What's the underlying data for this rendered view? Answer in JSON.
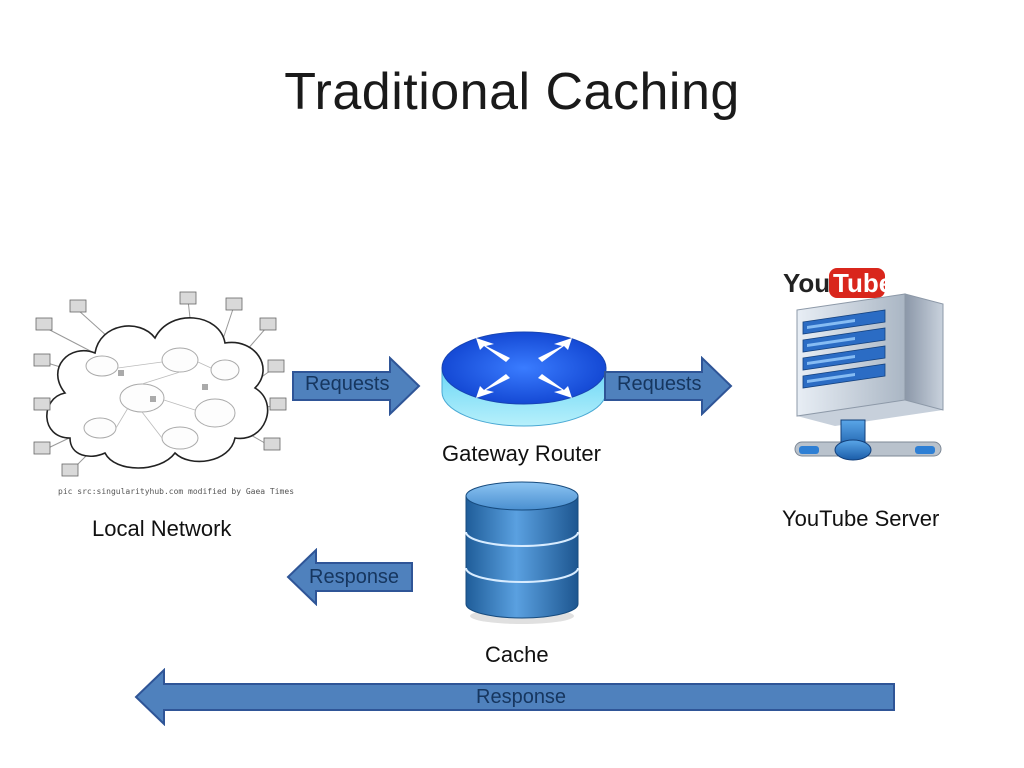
{
  "slide": {
    "title": "Traditional Caching"
  },
  "nodes": {
    "local_network": {
      "label": "Local Network",
      "credit": "pic src:singularityhub.com modified by Gaea Times"
    },
    "gateway_router": {
      "label": "Gateway Router"
    },
    "cache": {
      "label": "Cache"
    },
    "youtube_server": {
      "label": "YouTube Server",
      "logo_you": "You",
      "logo_tube": "Tube"
    }
  },
  "arrows": {
    "requests_1": {
      "label": "Requests",
      "direction": "right"
    },
    "requests_2": {
      "label": "Requests",
      "direction": "right"
    },
    "response_cache": {
      "label": "Response",
      "direction": "left"
    },
    "response_server": {
      "label": "Response",
      "direction": "left"
    }
  },
  "colors": {
    "arrow_fill": "#4f81bd",
    "arrow_stroke": "#2f5597",
    "router_blue": "#1e5ee8",
    "cache_blue": "#3b82c4",
    "youtube_red": "#d9261c"
  }
}
